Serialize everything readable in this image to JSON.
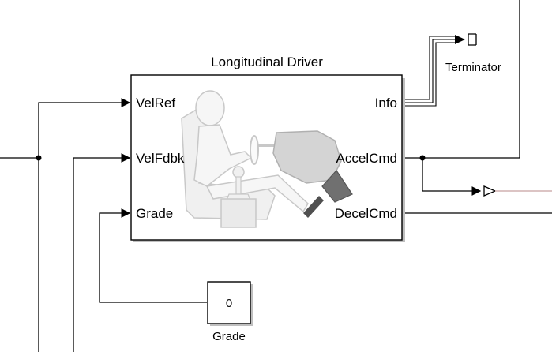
{
  "driver_block": {
    "title": "Longitudinal Driver",
    "inputs": [
      "VelRef",
      "VelFdbk",
      "Grade"
    ],
    "outputs": [
      "Info",
      "AccelCmd",
      "DecelCmd"
    ],
    "icon": "driver-seated-icon"
  },
  "terminator": {
    "label": "Terminator",
    "icon": "terminator-icon"
  },
  "grade_constant": {
    "value": "0",
    "label": "Grade"
  },
  "colors": {
    "line": "#000000",
    "block_shadow": "#bfbfbf",
    "illustration_fill": "#f0f0f0",
    "illustration_stroke": "#c8c8c8",
    "pedal_fill": "#707070",
    "dashboard_fill": "#d4d4d4",
    "signal_line_right": "#c8a0a0"
  }
}
